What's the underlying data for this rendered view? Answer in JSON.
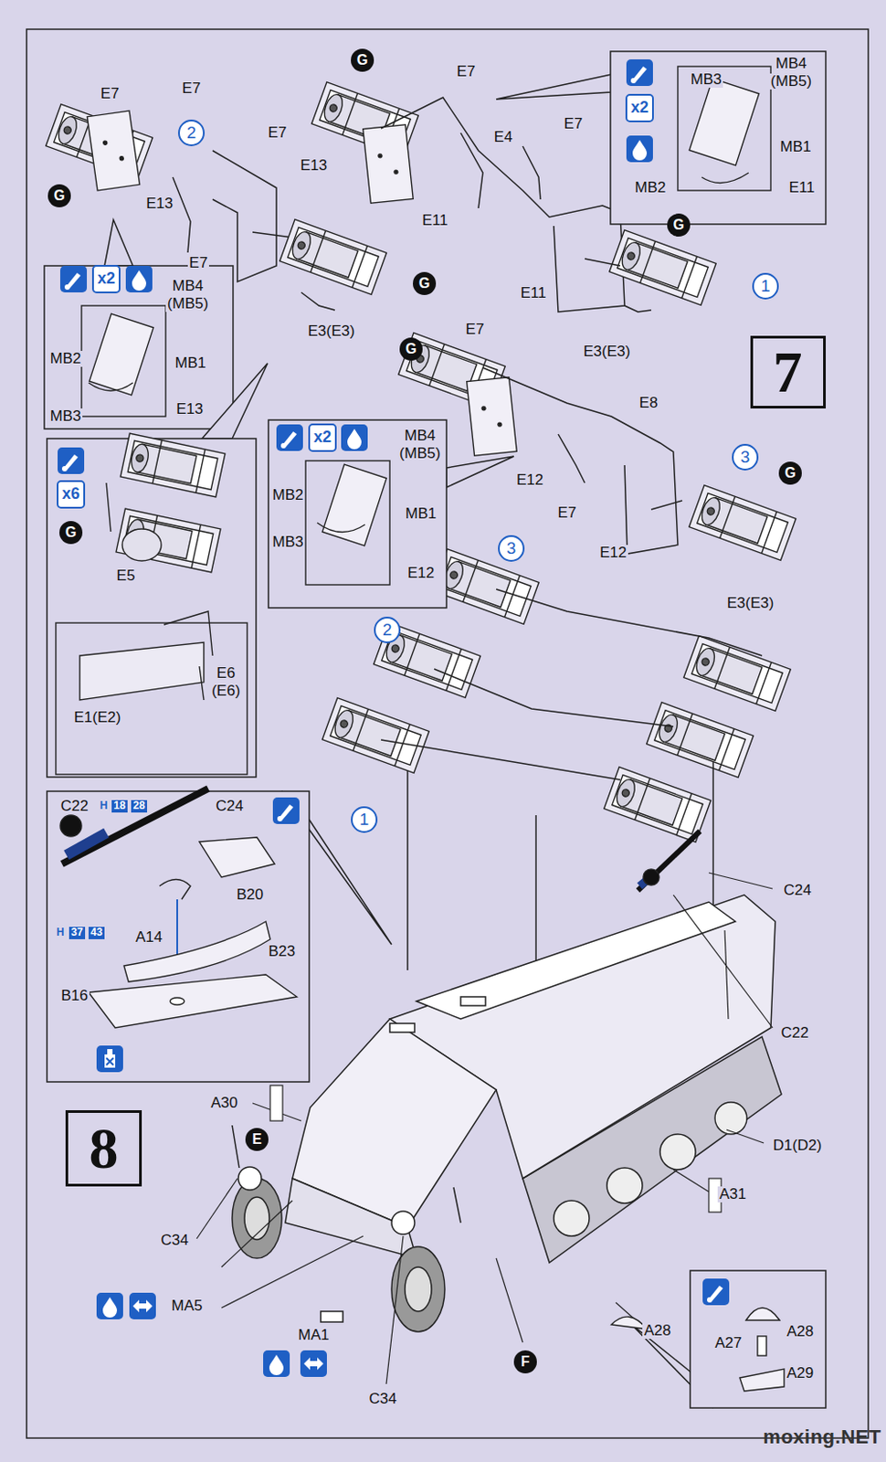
{
  "diagram": {
    "nodes": [
      {
        "text": [
          "7"
        ]
      },
      {
        "text": [
          "8"
        ]
      }
    ],
    "labels": [
      "E7",
      "E7",
      "G",
      "E13",
      "2",
      "E7",
      "E13",
      "E7",
      "G",
      "E3(E3)",
      "G",
      "E7",
      "E4",
      "E7",
      "E11",
      "G",
      "E11",
      "E3(E3)",
      "1",
      "x2",
      "MB4",
      "(MB5)",
      "MB3",
      "MB1",
      "MB2",
      "E11",
      "x2",
      "MB4",
      "(MB5)",
      "MB2",
      "MB1",
      "MB3",
      "E13",
      "G",
      "E7",
      "E8",
      "E12",
      "3",
      "G",
      "E7",
      "E12",
      "E3(E3)",
      "x2",
      "MB4",
      "(MB5)",
      "MB2",
      "MB1",
      "MB3",
      "E12",
      "x6",
      "G",
      "E5",
      "E1(E2)",
      "E6",
      "(E6)",
      "3",
      "2",
      "1",
      "C22",
      "H",
      "18",
      "28",
      "C24",
      "H",
      "37",
      "43",
      "B20",
      "A14",
      "B23",
      "B16",
      "C24",
      "C22",
      "D1(D2)",
      "A31",
      "A28",
      "F",
      "C34",
      "MA1",
      "MA5",
      "C34",
      "E",
      "A30",
      "A28",
      "A27",
      "A29",
      "moxing.NET"
    ]
  }
}
